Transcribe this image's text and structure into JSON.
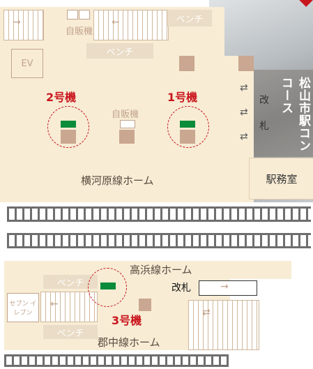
{
  "labels": {
    "bench": "ベンチ",
    "vending": "自販機",
    "ev": "EV",
    "gate": "改札",
    "gate_top": "改",
    "gate_bottom": "札",
    "concourse": "松山市駅コンコース",
    "station_office": "駅務室",
    "yokogawara_platform": "横河原線ホーム",
    "takahama_platform": "高浜線ホーム",
    "gunchu_platform": "郡中線ホーム",
    "seven_eleven": "セブン イレブン"
  },
  "machines": {
    "m1": "1号機",
    "m2": "2号機",
    "m3": "3号機"
  },
  "colors": {
    "platform": "#f8ecd5",
    "machine_marker": "#0b8c3a",
    "machine_label": "#c9161d",
    "pillar": "#caa790"
  },
  "icons": {
    "gate_arrow": "left-right-arrow-icon"
  }
}
